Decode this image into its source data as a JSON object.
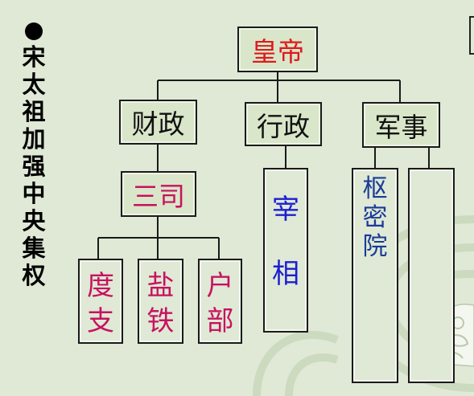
{
  "title": {
    "bullet": "●",
    "chars": [
      "宋",
      "太",
      "祖",
      "加",
      "强",
      "中",
      "央",
      "集",
      "权"
    ]
  },
  "nodes": {
    "emperor": "皇帝",
    "finance": "财政",
    "administration": "行政",
    "military": "军事",
    "three_offices": "三司",
    "duzhi": [
      "度",
      "支"
    ],
    "yantie": [
      "盐",
      "铁"
    ],
    "hubu": [
      "户",
      "部"
    ],
    "zaixiang": [
      "宰",
      "相"
    ],
    "shumiyuan": [
      "枢",
      "密",
      "院"
    ]
  },
  "colors": {
    "emperor": "#e0191d",
    "finance_branch": "#c8125f",
    "zaixiang": "#1b1fd0",
    "shumiyuan": "#1a3b96",
    "text_black": "#111111",
    "background": "#dfe9d6"
  },
  "icons": [
    "background-swirl-pattern",
    "jade-emblem-icon"
  ]
}
